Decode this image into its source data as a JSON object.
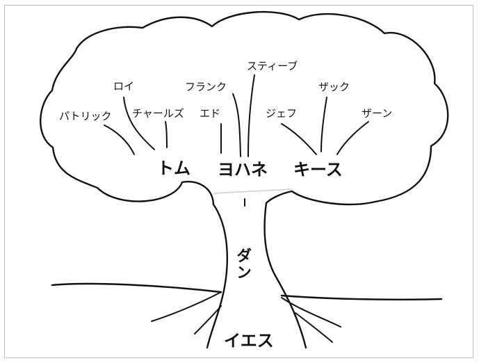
{
  "tree": {
    "leaves": [
      {
        "id": "patrick",
        "label": "パトリック"
      },
      {
        "id": "roy",
        "label": "ロイ"
      },
      {
        "id": "charles",
        "label": "チャールズ"
      },
      {
        "id": "frank",
        "label": "フランク"
      },
      {
        "id": "ed",
        "label": "エド"
      },
      {
        "id": "steve",
        "label": "スティーブ"
      },
      {
        "id": "jeff",
        "label": "ジェフ"
      },
      {
        "id": "zack",
        "label": "ザック"
      },
      {
        "id": "zane",
        "label": "ザーン"
      }
    ],
    "branches": [
      {
        "id": "tom",
        "label": "トム"
      },
      {
        "id": "john",
        "label": "ヨハネ"
      },
      {
        "id": "keith",
        "label": "キース"
      }
    ],
    "trunk_label": "ダン",
    "root_label": "イエス"
  }
}
